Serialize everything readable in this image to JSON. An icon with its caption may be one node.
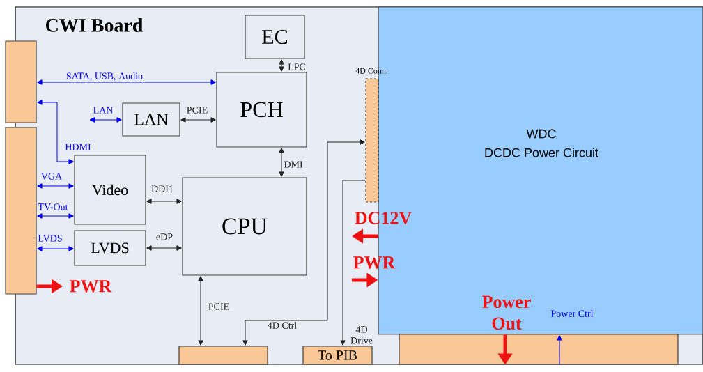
{
  "diagram": {
    "nodes": [
      {
        "text": [
          "CWI Board"
        ]
      },
      {
        "text": [],
        "shape": "bar"
      },
      {
        "text": [],
        "shape": "bar"
      },
      {
        "text": [
          "EC"
        ],
        "in": 0
      },
      {
        "text": [
          "PCH"
        ],
        "in": 0
      },
      {
        "text": [
          "LAN"
        ],
        "in": 0
      },
      {
        "text": [
          "Video"
        ],
        "in": 0
      },
      {
        "text": [
          "CPU"
        ],
        "in": 0
      },
      {
        "text": [
          "LVDS"
        ],
        "in": 0
      },
      {
        "text": [],
        "shape": "bar",
        "in": 0
      },
      {
        "text": [
          "To PIB"
        ],
        "in": 0
      },
      {
        "text": [
          "4D Conn."
        ],
        "in": 0
      },
      {
        "text": [
          "WDC",
          "DCDC Power Circuit"
        ],
        "in": 0
      },
      {
        "text": [],
        "shape": "bar",
        "in": 0
      }
    ],
    "edges": [
      {
        "from": 1,
        "to": 4,
        "arrow": "both",
        "label": "SATA, USB, Audio",
        "color": "#0000ee"
      },
      {
        "from": 1,
        "to": 6,
        "arrow": "both",
        "label": "HDMI",
        "color": "#0000ee"
      },
      {
        "from": null,
        "to": 5,
        "arrow": "both",
        "label": "LAN",
        "color": "#0000ee"
      },
      {
        "from": 5,
        "to": 4,
        "arrow": "both",
        "label": "PCIE",
        "color": "#222222"
      },
      {
        "from": 3,
        "to": 4,
        "arrow": "both",
        "label": "LPC",
        "color": "#222222"
      },
      {
        "from": 4,
        "to": 7,
        "arrow": "both",
        "label": "DMI",
        "color": "#222222"
      },
      {
        "from": 2,
        "to": 6,
        "arrow": "both",
        "label": "VGA",
        "color": "#0000ee"
      },
      {
        "from": 2,
        "to": 6,
        "arrow": "both",
        "label": "TV-Out",
        "color": "#0000ee"
      },
      {
        "from": 2,
        "to": 8,
        "arrow": "both",
        "label": "LVDS",
        "color": "#0000ee"
      },
      {
        "from": 6,
        "to": 7,
        "arrow": "both",
        "label": "DDI1",
        "color": "#222222"
      },
      {
        "from": 8,
        "to": 7,
        "arrow": "both",
        "label": "eDP",
        "color": "#222222"
      },
      {
        "from": 7,
        "to": 9,
        "arrow": "both",
        "label": "PCIE",
        "color": "#222222"
      },
      {
        "from": 9,
        "to": 11,
        "arrow": "both",
        "label": "4D Ctrl",
        "color": "#222222"
      },
      {
        "from": 11,
        "to": 10,
        "arrow": "to",
        "label": "4D Drive",
        "color": "#222222"
      },
      {
        "from": 2,
        "to": null,
        "arrow": "to",
        "label": "PWR",
        "style": "thick",
        "color": "#ee1111"
      },
      {
        "from": 12,
        "to": null,
        "arrow": "to",
        "label": "DC12V",
        "style": "thick",
        "color": "#ee1111"
      },
      {
        "from": null,
        "to": 12,
        "arrow": "to",
        "label": "PWR",
        "style": "thick",
        "color": "#ee1111"
      },
      {
        "from": 12,
        "to": 13,
        "arrow": "to",
        "label": "Power Out",
        "style": "thick",
        "color": "#ee1111"
      },
      {
        "from": 13,
        "to": 12,
        "arrow": "to",
        "label": "Power Ctrl",
        "color": "#0000ee"
      }
    ]
  }
}
